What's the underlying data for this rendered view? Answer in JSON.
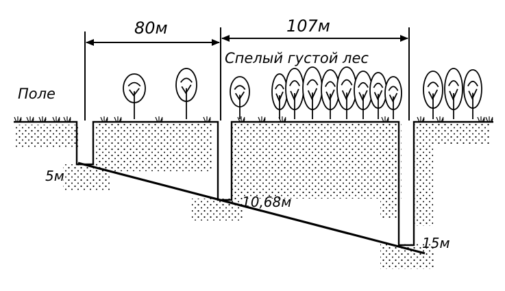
{
  "distances": {
    "first": "80м",
    "second": "107м"
  },
  "labels": {
    "field": "Поле",
    "forest": "Спелый густой лес"
  },
  "depths": {
    "well_1": "5м",
    "well_2": "10,68м",
    "well_3": "15м"
  },
  "icons": {
    "tree": "tree-icon",
    "grass": "grass-icon",
    "arrow": "double-arrow-icon"
  },
  "colors": {
    "ink": "#000000",
    "background": "#ffffff"
  }
}
